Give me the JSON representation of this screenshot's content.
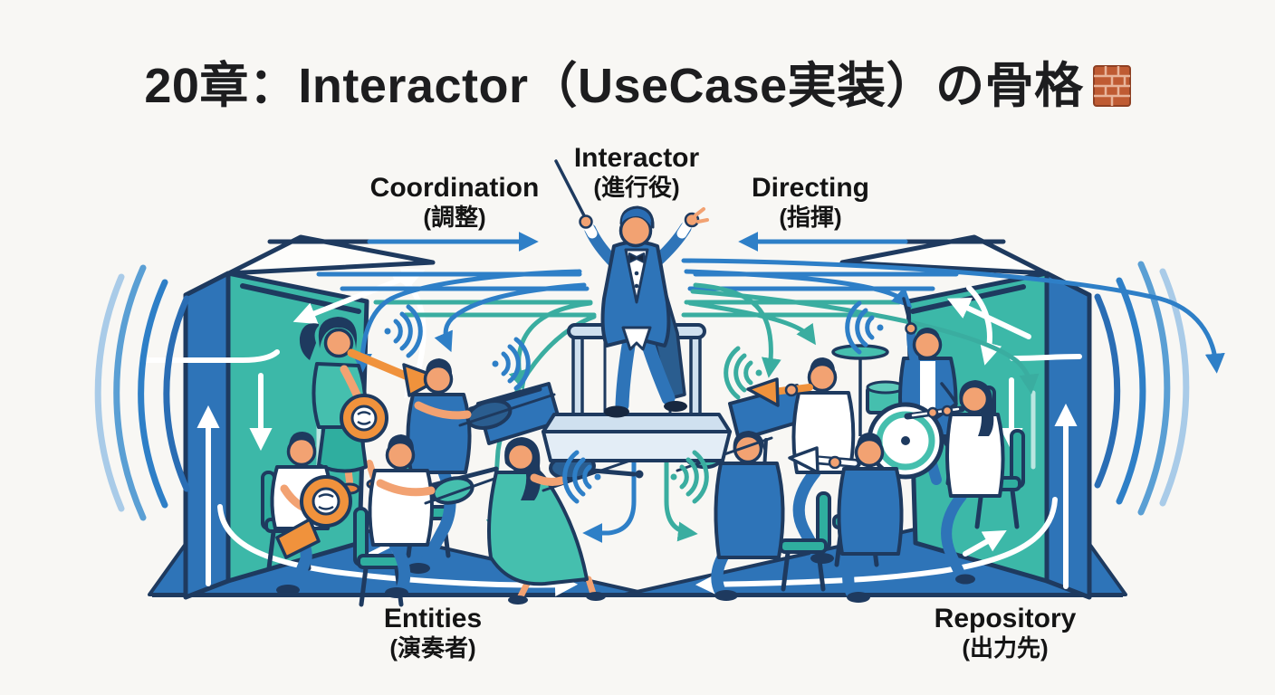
{
  "title": {
    "text": "20章：Interactor（UseCase実装）の骨格",
    "icon": "brick"
  },
  "labels": {
    "interactor": {
      "en": "Interactor",
      "jp": "(進行役)"
    },
    "coordination": {
      "en": "Coordination",
      "jp": "(調整)"
    },
    "directing": {
      "en": "Directing",
      "jp": "(指揮)"
    },
    "entities": {
      "en": "Entities",
      "jp": "(演奏者)"
    },
    "repository": {
      "en": "Repository",
      "jp": "(出力先)"
    }
  },
  "colors": {
    "background": "#f8f7f4",
    "outline_navy": "#1e3a5f",
    "wall_blue": "#2e74b8",
    "wall_teal": "#3cb8a8",
    "arrow_blue": "#2e7fc7",
    "arrow_teal": "#3aada0",
    "skin": "#f2a272",
    "instrument_orange": "#f0923c",
    "podium_light_blue": "#cfe0ef",
    "title_text": "#1d1d1f"
  }
}
